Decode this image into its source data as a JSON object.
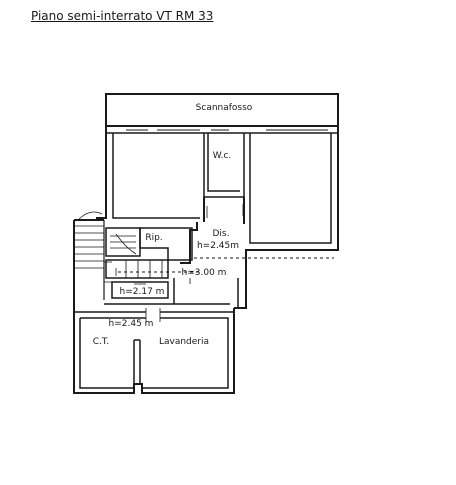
{
  "title": "Piano semi-interrato VT RM 33",
  "labels": {
    "scannafosso": "Scannafosso",
    "wc": "W.c.",
    "rip": "Rip.",
    "dis": "Dis.",
    "h_dis": "h=2.45m",
    "h_stair": "h=3.00 m",
    "h_mid": "h=2.17 m",
    "h_lower": "h=2.45 m",
    "ct": "C.T.",
    "lavanderia": "Lavanderia"
  },
  "colors": {
    "wall": "#1a1a1a",
    "background": "#ffffff"
  }
}
